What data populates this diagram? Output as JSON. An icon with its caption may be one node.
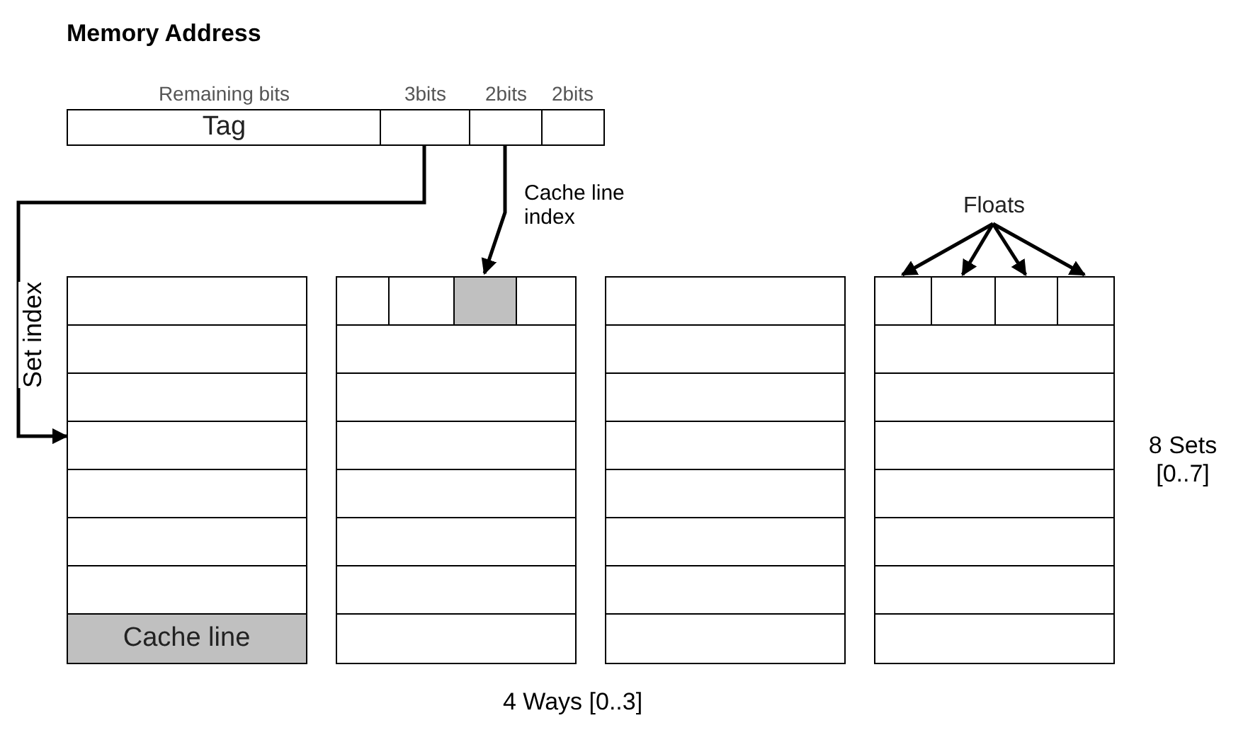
{
  "diagram": {
    "title": "Memory Address",
    "nodes": [
      {
        "text": [
          "Tag"
        ],
        "beside": [
          "Remaining bits"
        ]
      },
      {
        "text": [],
        "shape": "box",
        "beside": [
          "3bits"
        ]
      },
      {
        "text": [],
        "shape": "box",
        "beside": [
          "2bits"
        ]
      },
      {
        "text": [],
        "shape": "box",
        "beside": [
          "2bits"
        ]
      },
      {
        "text": [],
        "shape": "box"
      },
      {
        "text": [],
        "shape": "box"
      },
      {
        "text": [],
        "shape": "box"
      },
      {
        "text": [],
        "shape": "box"
      },
      {
        "text": [],
        "shape": "box"
      },
      {
        "text": [],
        "shape": "box"
      },
      {
        "text": [],
        "shape": "box"
      },
      {
        "text": [
          "Cache line"
        ]
      },
      {
        "text": [],
        "shape": "box"
      },
      {
        "text": [],
        "shape": "box"
      },
      {
        "text": [],
        "shape": "box"
      },
      {
        "text": [],
        "shape": "box"
      },
      {
        "text": [],
        "shape": "box"
      },
      {
        "text": [],
        "shape": "box"
      },
      {
        "text": [],
        "shape": "box"
      },
      {
        "text": [],
        "shape": "box"
      },
      {
        "text": [],
        "shape": "box"
      },
      {
        "text": [],
        "shape": "box"
      },
      {
        "text": [],
        "shape": "box"
      },
      {
        "text": [],
        "shape": "box"
      },
      {
        "text": [],
        "shape": "box"
      },
      {
        "text": [],
        "shape": "box"
      },
      {
        "text": [],
        "shape": "box"
      },
      {
        "text": [],
        "shape": "box"
      },
      {
        "text": [],
        "shape": "box"
      },
      {
        "text": [],
        "shape": "box"
      },
      {
        "text": [],
        "shape": "box"
      },
      {
        "text": [],
        "shape": "box"
      },
      {
        "text": [],
        "shape": "box"
      },
      {
        "text": [],
        "shape": "box"
      },
      {
        "text": [],
        "shape": "box"
      },
      {
        "text": [],
        "shape": "box"
      },
      {
        "text": [],
        "shape": "box"
      },
      {
        "text": [],
        "shape": "box"
      },
      {
        "text": [],
        "shape": "box"
      },
      {
        "text": [],
        "shape": "box"
      },
      {
        "text": [],
        "shape": "box"
      },
      {
        "text": [],
        "shape": "box"
      },
      {
        "text": [
          "Floats"
        ]
      }
    ],
    "edges": [
      {
        "from": 1,
        "to": 7,
        "arrow": "to",
        "label": "Set index"
      },
      {
        "from": 2,
        "to": 14,
        "arrow": "to",
        "label": "Cache line index"
      },
      {
        "from": 42,
        "to": 31,
        "arrow": "to"
      },
      {
        "from": 42,
        "to": 32,
        "arrow": "to"
      },
      {
        "from": 42,
        "to": 33,
        "arrow": "to"
      },
      {
        "from": 42,
        "to": 34,
        "arrow": "to"
      }
    ],
    "labels": [
      "8 Sets [0..7]",
      "4 Ways [0..3]"
    ]
  }
}
